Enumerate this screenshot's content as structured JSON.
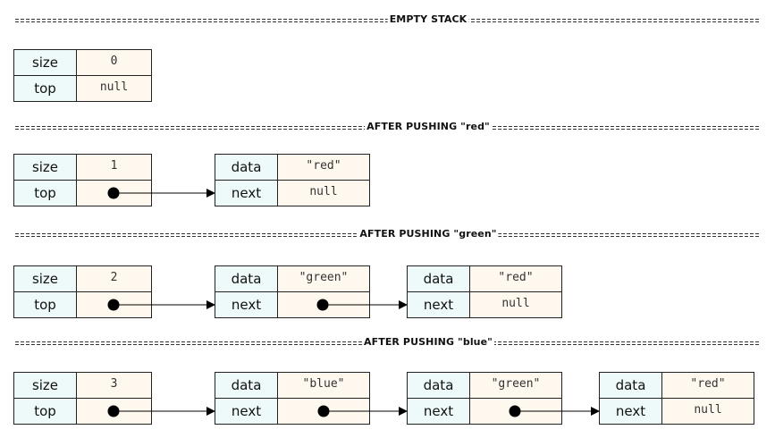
{
  "sections": [
    {
      "title": "EMPTY STACK"
    },
    {
      "title": "AFTER PUSHING \"red\""
    },
    {
      "title": "AFTER PUSHING \"green\""
    },
    {
      "title": "AFTER PUSHING \"blue\""
    }
  ],
  "stack_labels": {
    "size": "size",
    "top": "top"
  },
  "node_labels": {
    "data": "data",
    "next": "next"
  },
  "stacks": [
    {
      "size": "0",
      "top": "null"
    },
    {
      "size": "1"
    },
    {
      "size": "2"
    },
    {
      "size": "3"
    }
  ],
  "nodes": {
    "s1": [
      {
        "data": "\"red\"",
        "next": "null"
      }
    ],
    "s2": [
      {
        "data": "\"green\""
      },
      {
        "data": "\"red\"",
        "next": "null"
      }
    ],
    "s3": [
      {
        "data": "\"blue\""
      },
      {
        "data": "\"green\""
      },
      {
        "data": "\"red\"",
        "next": "null"
      }
    ]
  },
  "colors": {
    "key_bg": "#eefafa",
    "value_bg": "#fff8ee",
    "border": "#222222",
    "pointer": "#000000"
  }
}
